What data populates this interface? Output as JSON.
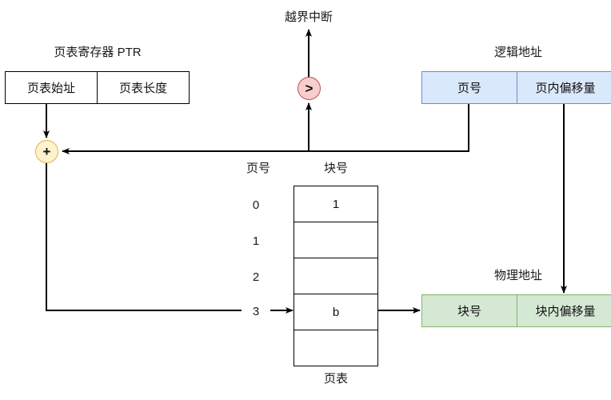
{
  "diagram": {
    "title_ptr": "页表寄存器 PTR",
    "title_interrupt": "越界中断",
    "title_logical": "逻辑地址",
    "title_physical": "物理地址",
    "label_page_no_col": "页号",
    "label_block_no_col": "块号",
    "label_page_table": "页表"
  },
  "ptr_register": {
    "fields": [
      {
        "label": "页表始址"
      },
      {
        "label": "页表长度"
      }
    ]
  },
  "logical_address": {
    "fields": [
      {
        "label": "页号"
      },
      {
        "label": "页内偏移量"
      }
    ]
  },
  "physical_address": {
    "fields": [
      {
        "label": "块号"
      },
      {
        "label": "块内偏移量"
      }
    ]
  },
  "page_table": {
    "index_labels": [
      "0",
      "1",
      "2",
      "3",
      ""
    ],
    "rows": [
      {
        "value": "1"
      },
      {
        "value": ""
      },
      {
        "value": ""
      },
      {
        "value": "b"
      },
      {
        "value": ""
      }
    ]
  },
  "operators": {
    "adder": "+",
    "comparator": ">"
  },
  "colors": {
    "logical_fill": "#dae8fc",
    "logical_stroke": "#6c8ebf",
    "physical_fill": "#d5e8d4",
    "physical_stroke": "#82b366",
    "adder_fill": "#fff2cc",
    "adder_stroke": "#d6b656",
    "comparator_fill": "#f8cecc",
    "comparator_stroke": "#b85450",
    "line": "#000000",
    "background": "#ffffff"
  }
}
